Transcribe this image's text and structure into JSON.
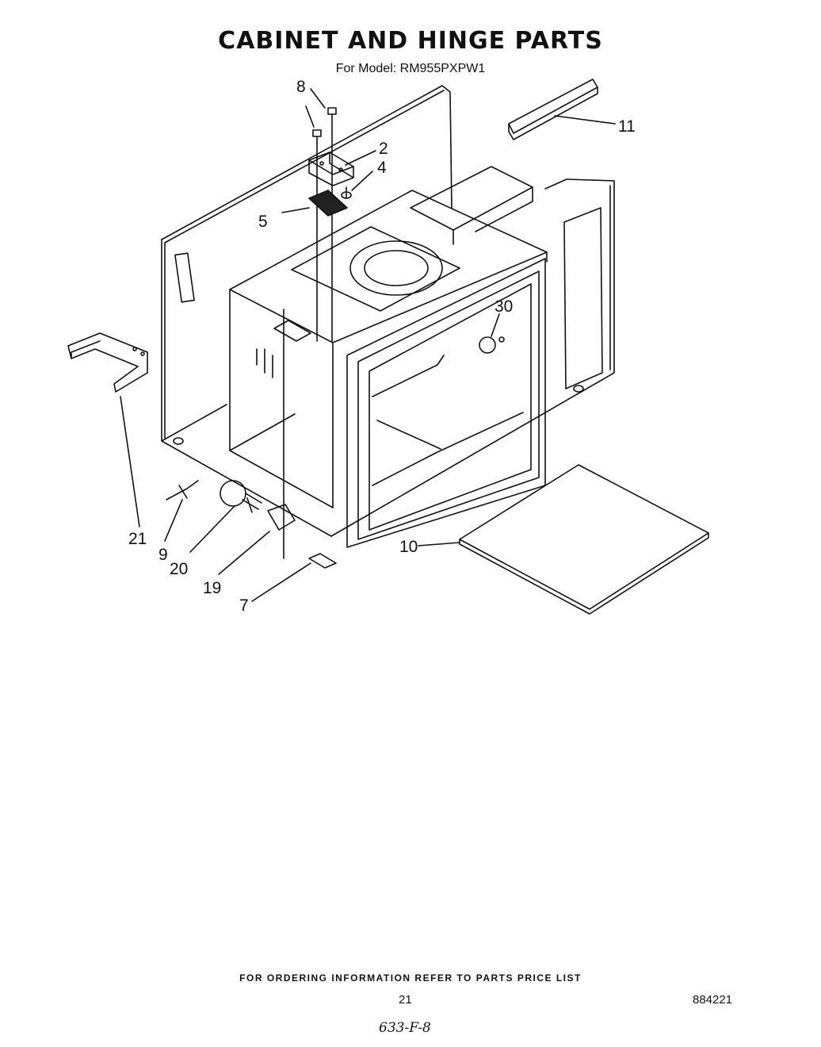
{
  "header": {
    "title": "CABINET AND HINGE PARTS",
    "subtitle": "For Model: RM955PXPW1"
  },
  "callouts": {
    "c8": "8",
    "c2": "2",
    "c4": "4",
    "c5": "5",
    "c11": "11",
    "c30": "30",
    "c21": "21",
    "c9": "9",
    "c20": "20",
    "c19": "19",
    "c7": "7",
    "c10": "10"
  },
  "footer": {
    "ordering_note": "FOR ORDERING INFORMATION REFER TO PARTS PRICE LIST",
    "page_number": "21",
    "document_number": "884221",
    "handwritten_code": "633-F-8"
  }
}
